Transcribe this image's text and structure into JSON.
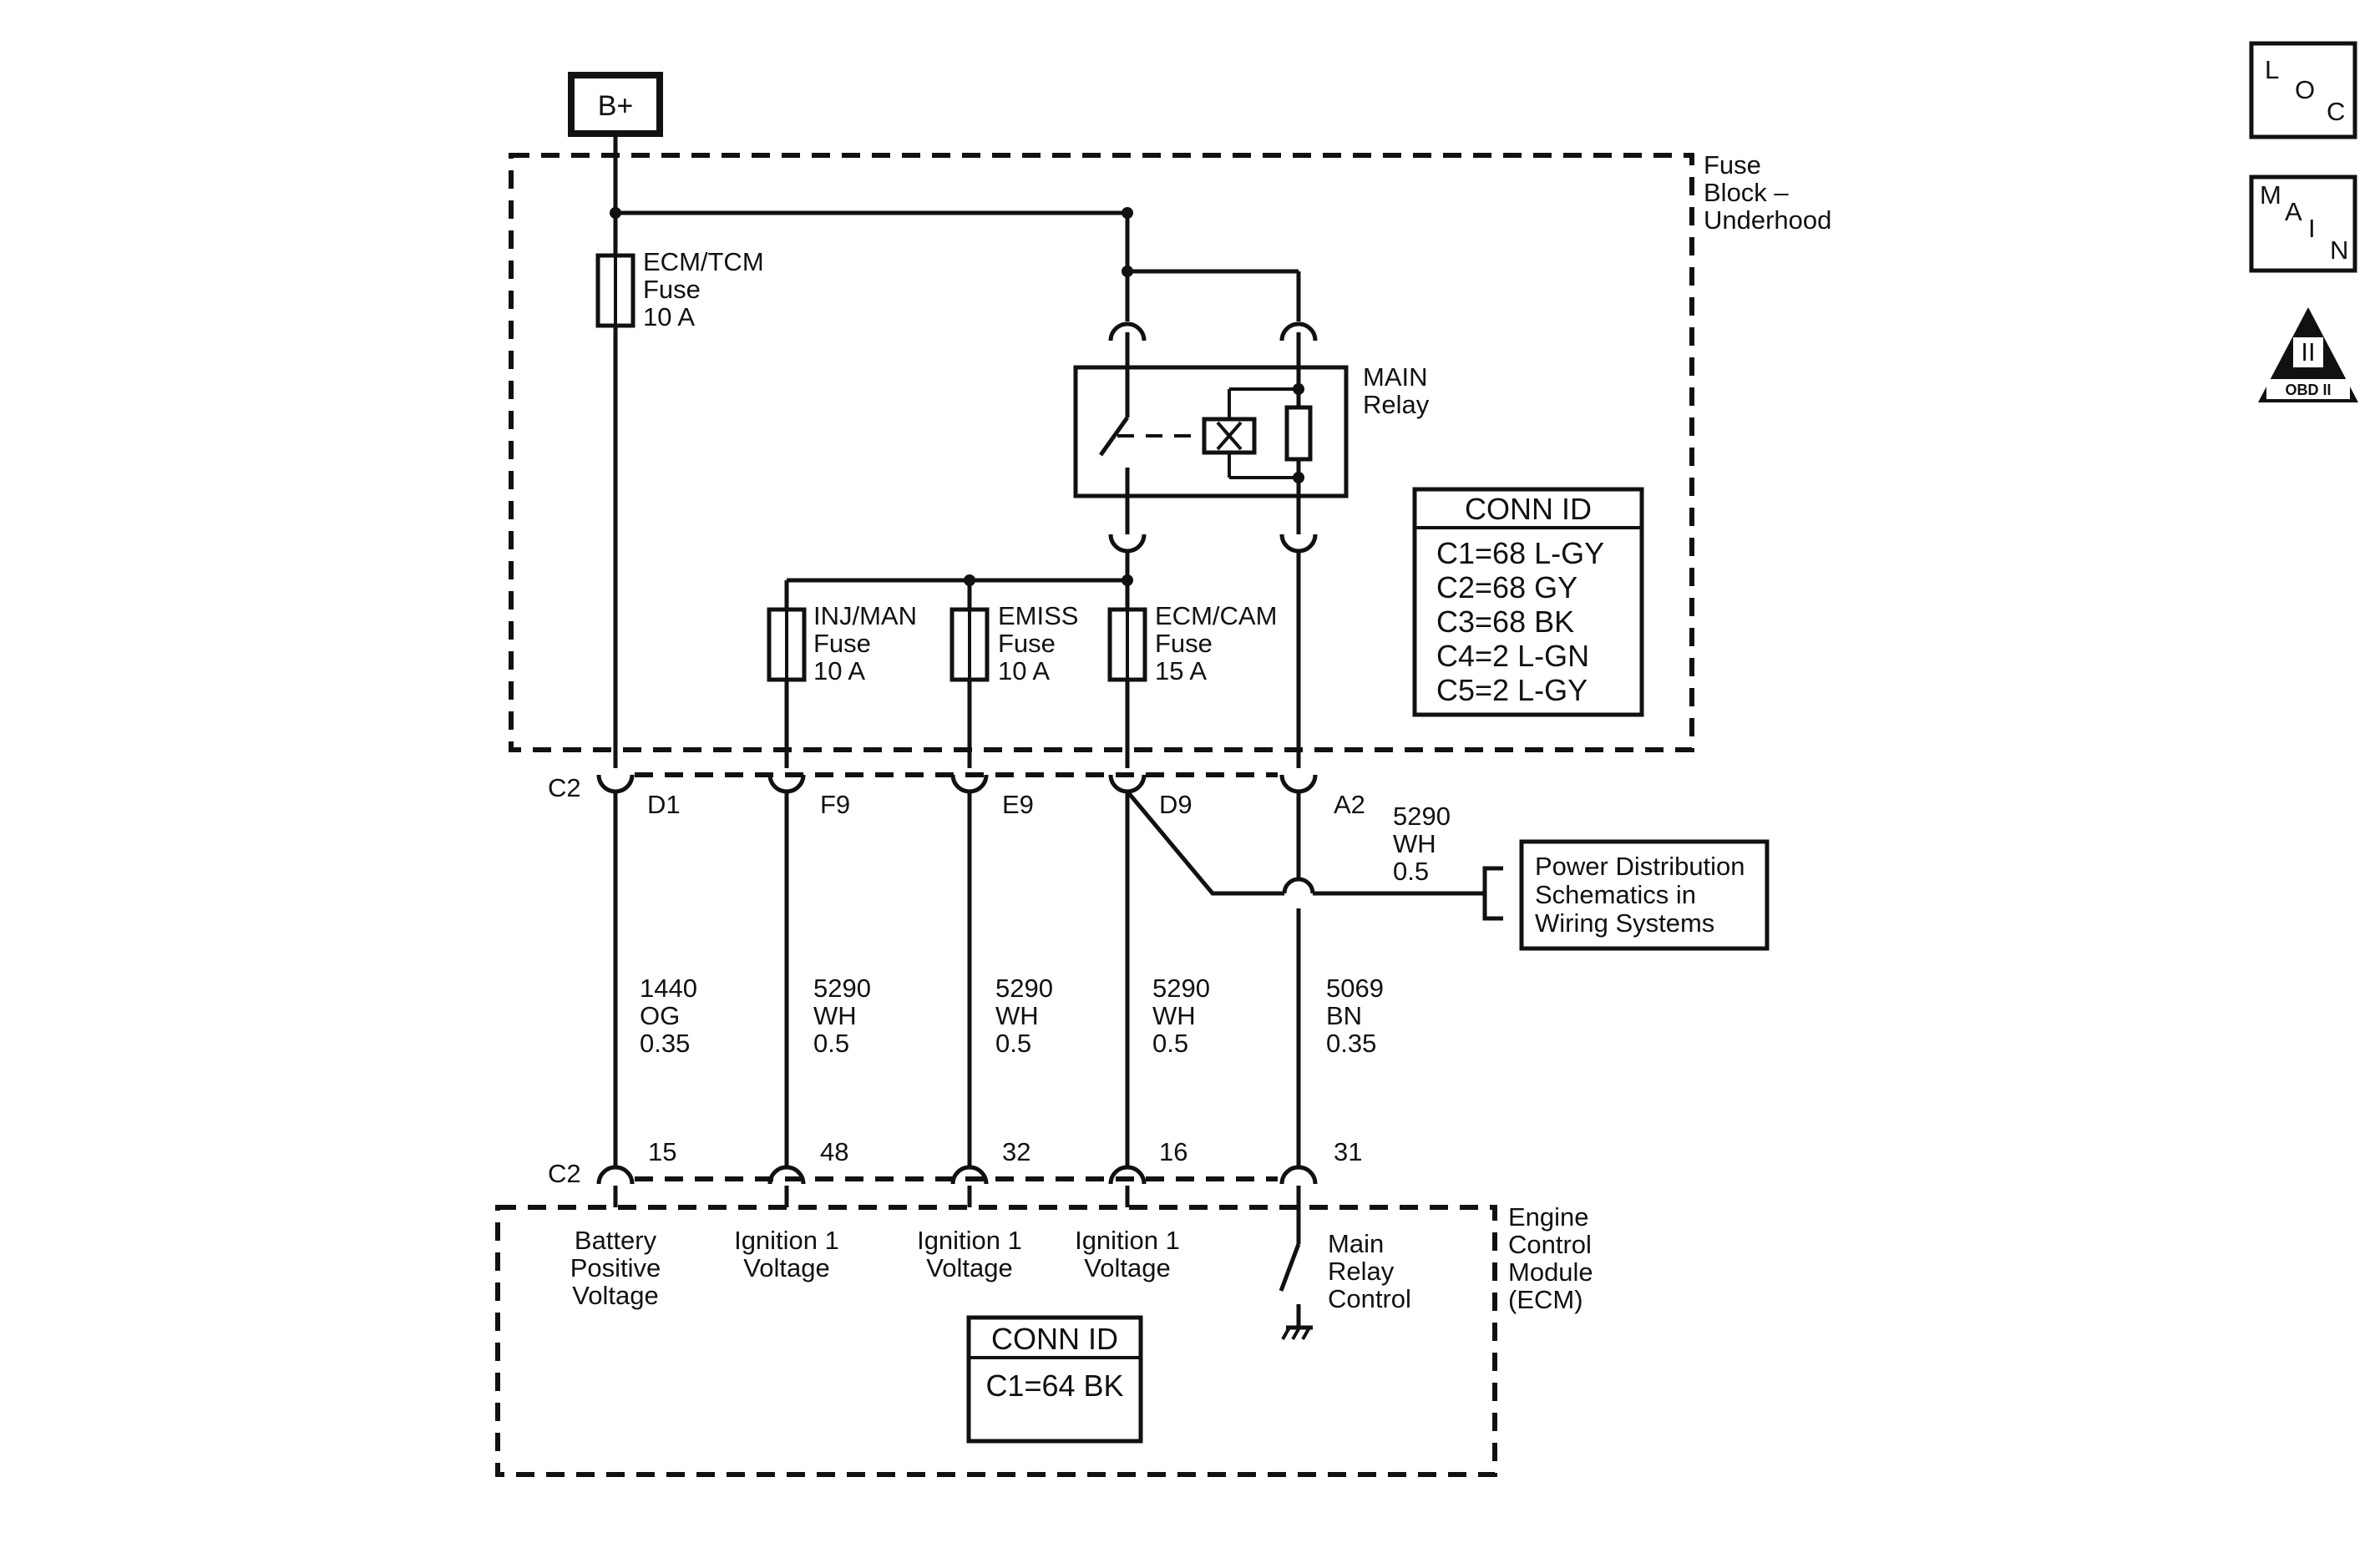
{
  "power_source": "B+",
  "fuse_block": {
    "label_lines": [
      "Fuse",
      "Block –",
      "Underhood"
    ]
  },
  "fuses": [
    {
      "lines": [
        "ECM/TCM",
        "Fuse",
        "10 A"
      ]
    },
    {
      "lines": [
        "INJ/MAN",
        "Fuse",
        "10 A"
      ]
    },
    {
      "lines": [
        "EMISS",
        "Fuse",
        "10 A"
      ]
    },
    {
      "lines": [
        "ECM/CAM",
        "Fuse",
        "15 A"
      ]
    }
  ],
  "main_relay": {
    "label_lines": [
      "MAIN",
      "Relay"
    ]
  },
  "fuse_block_conn_id": {
    "title": "CONN ID",
    "rows": [
      "C1=68 L-GY",
      "C2=68 GY",
      "C3=68 BK",
      "C4=2 L-GN",
      "C5=2 L-GY"
    ]
  },
  "upper_connector": {
    "name": "C2",
    "pins": [
      "D1",
      "F9",
      "E9",
      "D9",
      "A2"
    ]
  },
  "splice_wire": {
    "lines": [
      "5290",
      "WH",
      "0.5"
    ]
  },
  "power_distribution_ref": {
    "lines": [
      "Power Distribution",
      "Schematics in",
      "Wiring Systems"
    ]
  },
  "wires": [
    {
      "circuit": "1440",
      "color": "OG",
      "gauge": "0.35"
    },
    {
      "circuit": "5290",
      "color": "WH",
      "gauge": "0.5"
    },
    {
      "circuit": "5290",
      "color": "WH",
      "gauge": "0.5"
    },
    {
      "circuit": "5290",
      "color": "WH",
      "gauge": "0.5"
    },
    {
      "circuit": "5069",
      "color": "BN",
      "gauge": "0.35"
    }
  ],
  "lower_connector": {
    "name": "C2",
    "pins": [
      "15",
      "48",
      "32",
      "16",
      "31"
    ]
  },
  "ecm": {
    "label_lines": [
      "Engine",
      "Control",
      "Module",
      "(ECM)"
    ],
    "inputs": [
      {
        "lines": [
          "Battery",
          "Positive",
          "Voltage"
        ]
      },
      {
        "lines": [
          "Ignition 1",
          "Voltage"
        ]
      },
      {
        "lines": [
          "Ignition 1",
          "Voltage"
        ]
      },
      {
        "lines": [
          "Ignition 1",
          "Voltage"
        ]
      },
      {
        "lines": [
          "Main",
          "Relay",
          "Control"
        ]
      }
    ]
  },
  "ecm_conn_id": {
    "title": "CONN ID",
    "rows": [
      "C1=64 BK"
    ]
  },
  "side_icons": {
    "loc": [
      "L",
      "O",
      "C"
    ],
    "main": [
      "M",
      "A",
      "I",
      "N"
    ],
    "obd": {
      "roman": "II",
      "label": "OBD II"
    }
  }
}
